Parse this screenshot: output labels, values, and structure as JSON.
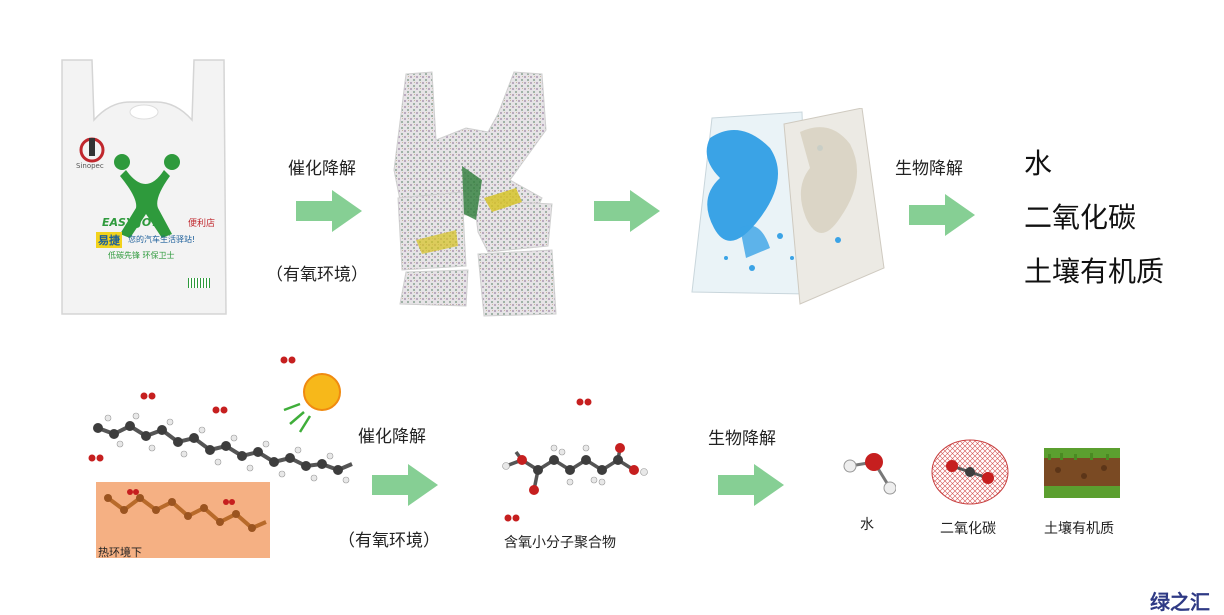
{
  "colors": {
    "arrow": "#86cf94",
    "bag_green": "#2e9a3c",
    "bag_yellow": "#f2d21c",
    "blue_fiber": "#3aa3e6",
    "soil_top": "#5b9f2f",
    "soil_brown": "#7a4a23",
    "heat_box": "#f5b083",
    "oxygen": "#c61f1f",
    "sun": "#f7b81a",
    "watermark": "#2f3a85"
  },
  "row1": {
    "bag": {
      "brand_en": "EASY JOY",
      "brand_cn": "易捷",
      "store": "便利店",
      "slogan": "您的汽车生活驿站!",
      "tagline": "低碳先锋  环保卫士",
      "company": "Sinopec"
    },
    "step1_top": "催化降解",
    "step1_bottom": "（有氧环境）",
    "step3_top": "生物降解",
    "products": [
      "水",
      "二氧化碳",
      "土壤有机质"
    ]
  },
  "row2": {
    "heat_label": "热环境下",
    "step1_top": "催化降解",
    "step1_bottom": "（有氧环境）",
    "molecule_label": "含氧小分子聚合物",
    "step2_top": "生物降解",
    "products": [
      "水",
      "二氧化碳",
      "土壤有机质"
    ]
  },
  "watermark": "绿之汇"
}
